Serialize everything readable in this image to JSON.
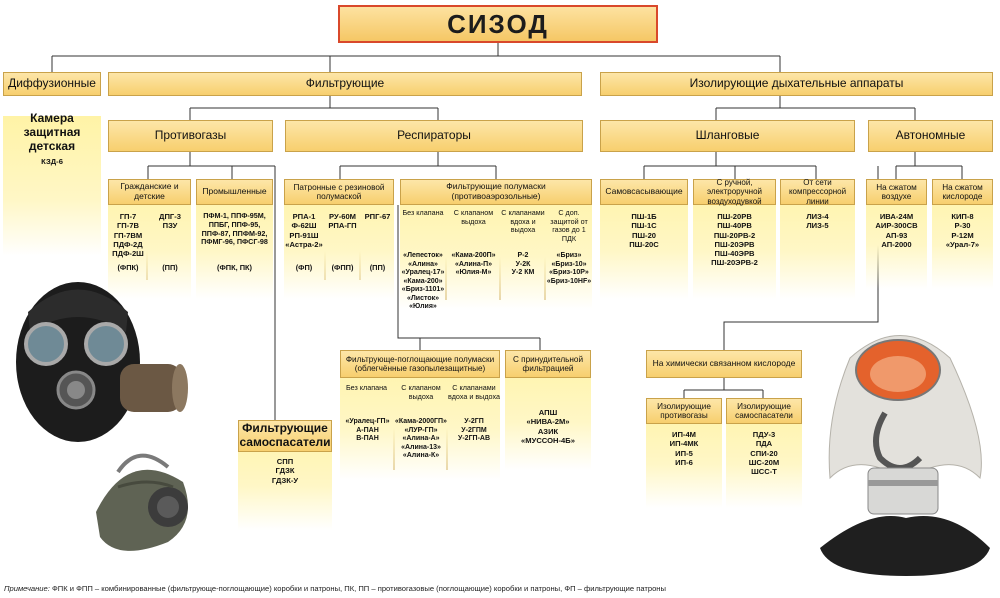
{
  "title": "СИЗОД",
  "level1": {
    "diffusion": "Диффузионные",
    "filtering": "Фильтрующие",
    "isolating": "Изолирующие дыхательные аппараты"
  },
  "diffusion_box": {
    "label": "Камера защитная детская",
    "items": "КЗД-6"
  },
  "gas_masks": {
    "label": "Противогазы",
    "civil": {
      "label": "Гражданские и детские",
      "col1": "ГП-7\nГП-7В\nГП-7ВМ\nПДФ-2Д\nПДФ-2Ш",
      "col2": "ДПГ-3\nПЗУ",
      "note1": "(ФПК)",
      "note2": "(ПП)"
    },
    "industrial": {
      "label": "Промышленные",
      "items": "ПФМ-1, ППФ-95М,\nППБГ, ППФ-95,\nППФ-87, ППФМ-92,\nПФМГ-96, ПФСГ-98",
      "note": "(ФПК, ПК)"
    }
  },
  "self_rescuers": {
    "label": "Фильтрующие самоспасатели",
    "items": "СПП\nГДЗК\nГДЗК-У"
  },
  "respirators": {
    "label": "Респираторы",
    "rubber": {
      "label": "Патронные с резиновой полумаской",
      "col1": "РПА-1\nФ-62Ш\nРП-91Ш\n«Астра-2»",
      "col2": "РУ-60М\nРПА-ГП",
      "col3": "РПГ-67",
      "note1": "(ФП)",
      "note2": "(ФПП)",
      "note3": "(ПП)"
    },
    "half_masks": {
      "label": "Фильтрующие полумаски (противоаэрозольные)",
      "sub1": "Без клапана",
      "sub2": "С клапаном выдоха",
      "sub3": "С клапанами вдоха и выдоха",
      "sub4": "С доп. защитой от газов до 1 ПДК",
      "col1": "«Лепесток»\n«Алина»\n«Уралец-17»\n«Кама-200»\n«Бриз-1101»\n«Листок»\n«Юлия»",
      "col2": "«Кама-200П»\n«Алина-П»\n«Юлия-М»",
      "col3": "Р-2\nУ-2К\nУ-2 КМ",
      "col4": "«Бриз»\n«Бриз-10»\n«Бриз-10Р»\n«Бриз-10НF»"
    },
    "gas_filter": {
      "label": "Фильтрующе-поглощающие полумаски (облегчённые газопылезащитные)",
      "sub1": "Без клапана",
      "sub2": "С клапаном выдоха",
      "sub3": "С клапанами вдоха и выдоха",
      "col1": "«Уралец-ГП»\nА-ПАН\nВ-ПАН",
      "col2": "«Кама-2000ГП»\n«ЛУР-ГП»\n«Алина-А»\n«Алина-13»\n«Алина-К»",
      "col3": "У-2ГП\nУ-2ГПМ\nУ-2ГП-АВ"
    },
    "forced": {
      "label": "С принудительной фильтрацией",
      "items": "АПШ\n«НИВА-2М»\nАЗИК\n«МУССОН-4Б»"
    }
  },
  "hose": {
    "label": "Шланговые",
    "self_suction": {
      "label": "Самовсасывающие",
      "items": "ПШ-1Б\nПШ-1С\nПШ-20\nПШ-20С"
    },
    "manual": {
      "label": "С ручной, электроручной воздуходувкой",
      "items": "ПШ-20РВ\nПШ-40РВ\nПШ-20РВ-2\nПШ-20ЭРВ\nПШ-40ЭРВ\nПШ-20ЭРВ-2"
    },
    "compressor": {
      "label": "От сети компрессорной линии",
      "items": "ЛИЗ-4\nЛИЗ-5"
    }
  },
  "autonomous": {
    "label": "Автономные",
    "compressed_air": {
      "label": "На сжатом воздухе",
      "items": "ИВА-24М\nАИР-300СВ\nАП-93\nАП-2000"
    },
    "compressed_oxygen": {
      "label": "На сжатом кислороде",
      "items": "КИП-8\nР-30\nР-12М\n«Урал-7»"
    },
    "chemical": {
      "label": "На химически связанном кислороде",
      "gas_masks": {
        "label": "Изолирующие противогазы",
        "items": "ИП-4М\nИП-4МК\nИП-5\nИП-6"
      },
      "rescuers": {
        "label": "Изолирующие самоспасатели",
        "items": "ПДУ-3\nПДА\nСПИ-20\nШС-20М\nШСС-Т"
      }
    }
  },
  "footnote": {
    "lead": "Примечание:",
    "text": "ФПК и ФПП – комбинированные (фильтрующе-поглощающие) коробки и патроны, ПК, ПП – противогазовые (поглощающие) коробки и патроны, ФП – фильтрующие патроны"
  },
  "colors": {
    "accent": "#d9482b",
    "header_fill": "#f7cf6e",
    "column_fill": "#fff3a6"
  }
}
